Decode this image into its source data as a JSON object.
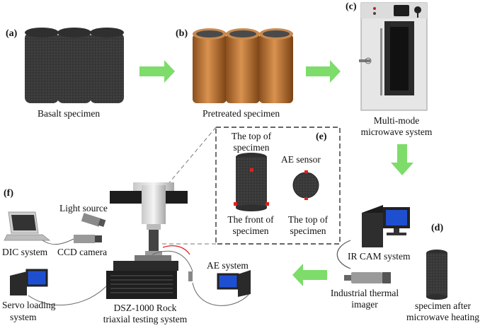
{
  "panels": {
    "a": "(a)",
    "b": "(b)",
    "c": "(c)",
    "d": "(d)",
    "e": "(e)",
    "f": "(f)"
  },
  "labels": {
    "basalt_specimen": "Basalt  specimen",
    "pretreated_specimen": "Pretreated  specimen",
    "microwave_line1": "Multi-mode",
    "microwave_line2": "microwave system",
    "top_of_specimen_1_line1": "The top of",
    "top_of_specimen_1_line2": "specimen",
    "ae_sensor": "AE sensor",
    "front_of_specimen_line1": "The front of",
    "front_of_specimen_line2": "specimen",
    "top_of_specimen_2_line1": "The top of",
    "top_of_specimen_2_line2": "specimen",
    "light_source": "Light source",
    "dic_system": "DIC system",
    "ccd_camera": "CCD camera",
    "ir_cam_system": "IR CAM system",
    "ae_system": "AE system",
    "industrial_thermal_line1": "Industrial thermal",
    "industrial_thermal_line2": "imager",
    "specimen_after_line1": "specimen after",
    "specimen_after_line2": "microwave heating",
    "servo_line1": "Servo loading",
    "servo_line2": "system",
    "dsz_line1": "DSZ-1000 Rock",
    "dsz_line2": "triaxial testing system"
  },
  "colors": {
    "arrow_green": "#7ddc6a",
    "basalt": "#3a3a3a",
    "pretreated": "#b87333",
    "sensor_red": "#e02020",
    "monitor_blue": "#1f4fd1"
  }
}
